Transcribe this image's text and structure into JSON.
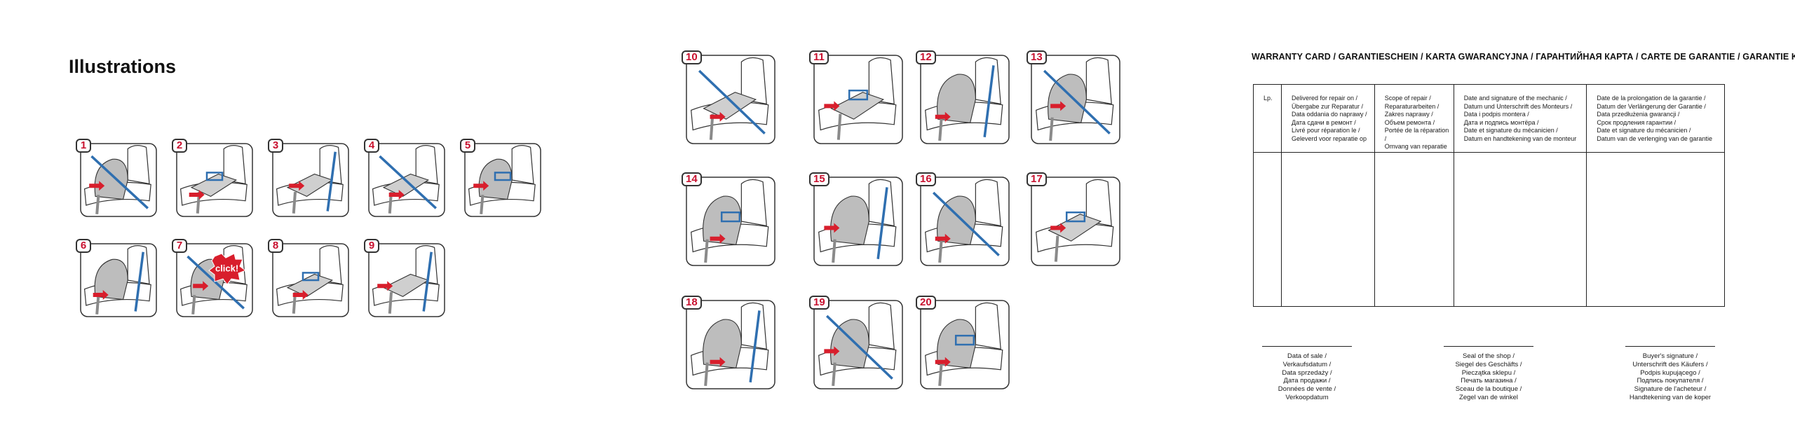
{
  "left": {
    "title": "Illustrations",
    "figures": [
      "1",
      "2",
      "3",
      "4",
      "5",
      "6",
      "7",
      "8",
      "9"
    ],
    "click_badge": "click!"
  },
  "middle": {
    "figures": [
      "10",
      "11",
      "12",
      "13",
      "14",
      "15",
      "16",
      "17",
      "18",
      "19",
      "20"
    ]
  },
  "warranty": {
    "title": "WARRANTY CARD / GARANTIESCHEIN / KARTA GWARANCYJNA / ГАРАНТИЙНАЯ КАРТА / CARTE DE GARANTIE / GARANTIE KAART",
    "columns": [
      {
        "lines": [
          "Lp."
        ]
      },
      {
        "lines": [
          "Delivered for repair on /",
          "Übergabe zur Reparatur /",
          "Data oddania do naprawy /",
          "Дата сдачи в ремонт /",
          "Livré pour réparation le /",
          "Geleverd voor reparatie op"
        ]
      },
      {
        "lines": [
          "Scope of repair /",
          "Reparaturarbeiten /",
          "Zakres naprawy /",
          "Объем ремонта /",
          "Portée de la réparation /",
          "Omvang van reparatie"
        ]
      },
      {
        "lines": [
          "Date and signature of the mechanic /",
          "Datum und Unterschrift des Monteurs /",
          "Data i podpis montera /",
          "Дата и подпись монтёра /",
          "Date et signature du mécanicien /",
          "Datum en handtekening van de monteur"
        ]
      },
      {
        "lines": [
          "Date de la prolongation de la garantie /",
          "Datum der Verlängerung der Garantie /",
          "Data przedłużenia gwarancji /",
          "Срок продления гарантии /",
          "Date et signature du mécanicien /",
          "Datum van de verlenging van de garantie"
        ]
      }
    ],
    "signatures": [
      {
        "lines": [
          "Data of sale /",
          "Verkaufsdatum /",
          "Data sprzedaży /",
          "Дата продажи /",
          "Données de vente /",
          "Verkoopdatum"
        ]
      },
      {
        "lines": [
          "Seal of the shop /",
          "Siegel des Geschäfts /",
          "Pieczątka sklepu /",
          "Печать магазина /",
          "Sceau de la boutique /",
          "Zegel van de winkel"
        ]
      },
      {
        "lines": [
          "Buyer's signature /",
          "Unterschrift des Käufers /",
          "Podpis kupującego /",
          "Подпись покупателя /",
          "Signature de l'acheteur /",
          "Handtekening van de koper"
        ]
      }
    ]
  }
}
